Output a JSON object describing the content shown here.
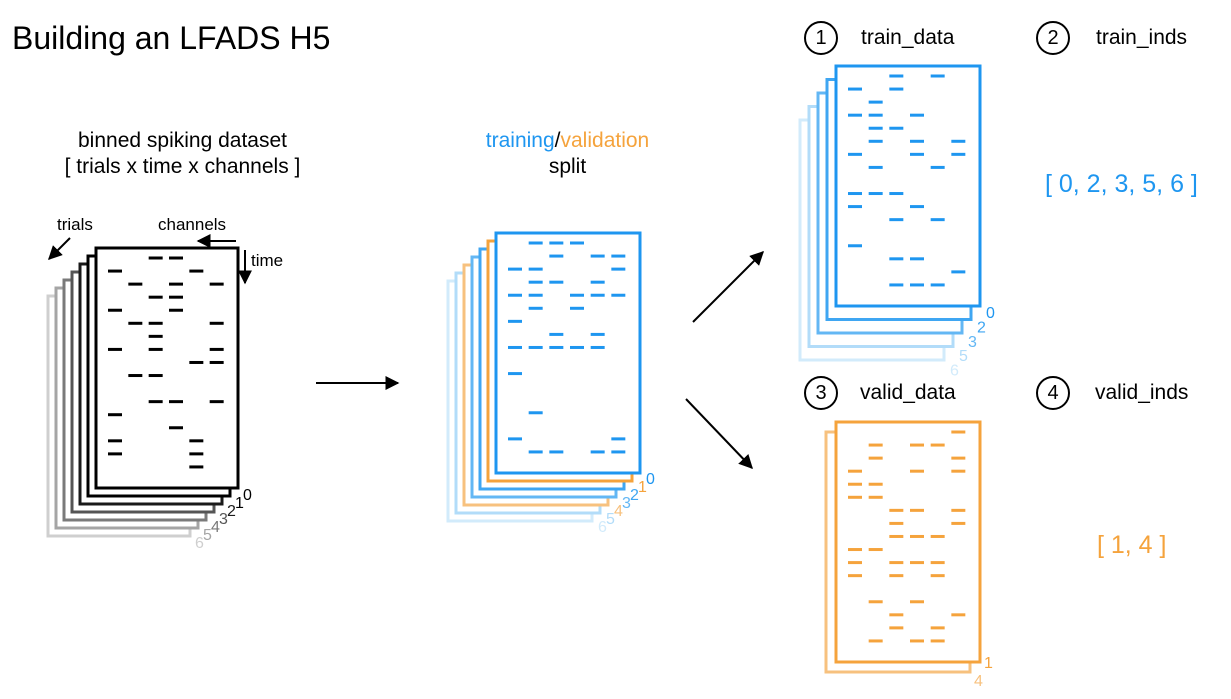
{
  "title": "Building an LFADS H5",
  "dataset": {
    "line1": "binned spiking dataset",
    "line2": "[ trials x time x channels ]",
    "axis_trials": "trials",
    "axis_channels": "channels",
    "axis_time": "time",
    "stack_numbers": [
      "0",
      "1",
      "2",
      "3",
      "4",
      "5",
      "6"
    ]
  },
  "split": {
    "training": "training",
    "slash": "/",
    "validation": "validation",
    "split_word": "split",
    "stack_numbers": [
      "0",
      "1",
      "2",
      "3",
      "4",
      "5",
      "6"
    ]
  },
  "outputs": {
    "train_data": {
      "num": "1",
      "label": "train_data",
      "stack_numbers": [
        "0",
        "2",
        "3",
        "5",
        "6"
      ]
    },
    "train_inds": {
      "num": "2",
      "label": "train_inds",
      "value": "[ 0, 2, 3, 5, 6 ]"
    },
    "valid_data": {
      "num": "3",
      "label": "valid_data",
      "stack_numbers": [
        "1",
        "4"
      ]
    },
    "valid_inds": {
      "num": "4",
      "label": "valid_inds",
      "value": "[ 1, 4 ]"
    }
  },
  "colors": {
    "train": "#1E96F0",
    "valid": "#F5A33C",
    "black": "#000000"
  },
  "icons": [
    "arrow-right-icon",
    "arrow-up-right-icon",
    "arrow-down-right-icon"
  ]
}
